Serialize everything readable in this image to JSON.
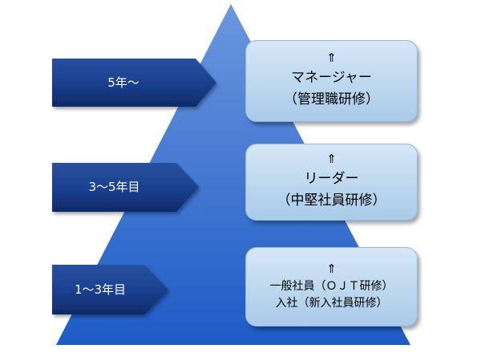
{
  "colors": {
    "pyramid_top": "#6b97dd",
    "pyramid_bottom": "#1d5bc6",
    "arrow_fill": "#1a3f8e",
    "arrow_dark": "#0f2a66",
    "box_fill": "#bcd7ee",
    "text_dark": "#000000",
    "text_light": "#ffffff"
  },
  "levels": [
    {
      "stage": "5年～",
      "arrow": "⇑",
      "lines": [
        "マネージャー",
        "（管理職研修）"
      ]
    },
    {
      "stage": "3～5年目",
      "arrow": "⇑",
      "lines": [
        "リーダー",
        "（中堅社員研修）"
      ]
    },
    {
      "stage": "1～3年目",
      "arrow": "⇑",
      "lines": [
        "一般社員（ＯＪＴ研修）",
        "入社（新入社員研修）"
      ]
    }
  ]
}
